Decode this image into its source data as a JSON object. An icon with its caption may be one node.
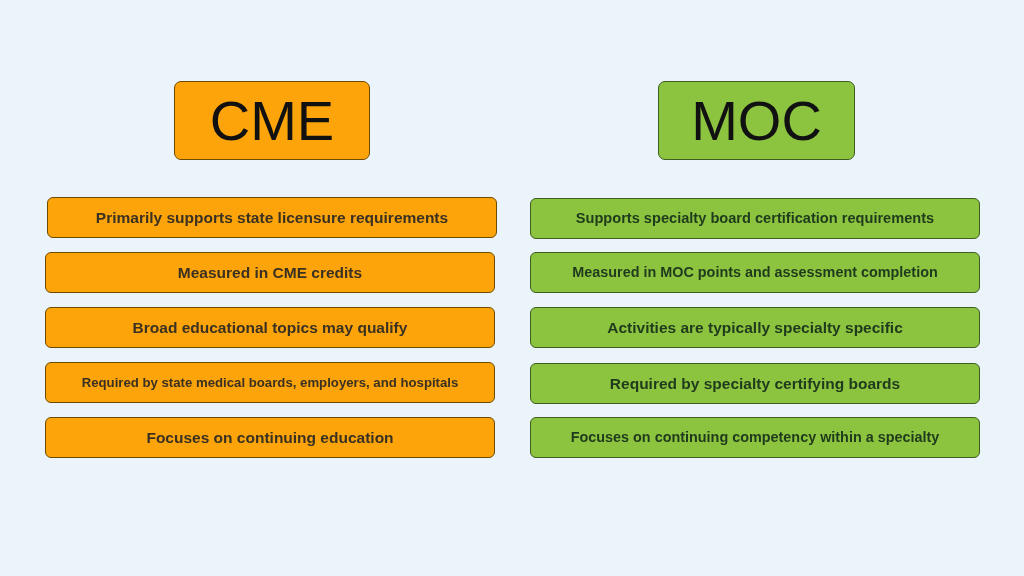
{
  "diagram": {
    "nodes": [
      {
        "text": [
          "CME"
        ]
      },
      {
        "text": [
          "Primarily supports state licensure requirements"
        ]
      },
      {
        "text": [
          "Measured in CME credits"
        ]
      },
      {
        "text": [
          "Broad educational topics may qualify"
        ]
      },
      {
        "text": [
          "Required by state medical boards, employers, and hospitals"
        ]
      },
      {
        "text": [
          "Focuses on continuing education"
        ]
      },
      {
        "text": [
          "MOC"
        ]
      },
      {
        "text": [
          "Supports specialty board certification requirements"
        ]
      },
      {
        "text": [
          "Measured in MOC points and assessment completion"
        ]
      },
      {
        "text": [
          "Activities are typically specialty specific"
        ]
      },
      {
        "text": [
          "Required by specialty certifying boards"
        ]
      },
      {
        "text": [
          "Focuses on continuing competency within a specialty"
        ]
      }
    ]
  }
}
